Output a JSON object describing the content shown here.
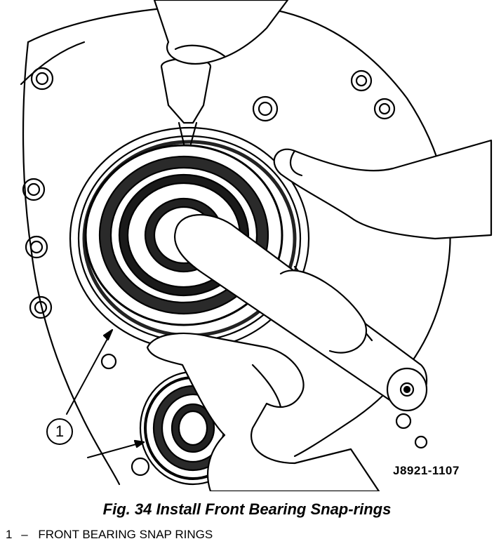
{
  "figure": {
    "code": "J8921-1107",
    "callout": "1",
    "caption": "Fig. 34 Install Front Bearing Snap-rings",
    "legend": [
      {
        "num": "1",
        "dash": "–",
        "text": "FRONT BEARING SNAP RINGS"
      }
    ]
  }
}
